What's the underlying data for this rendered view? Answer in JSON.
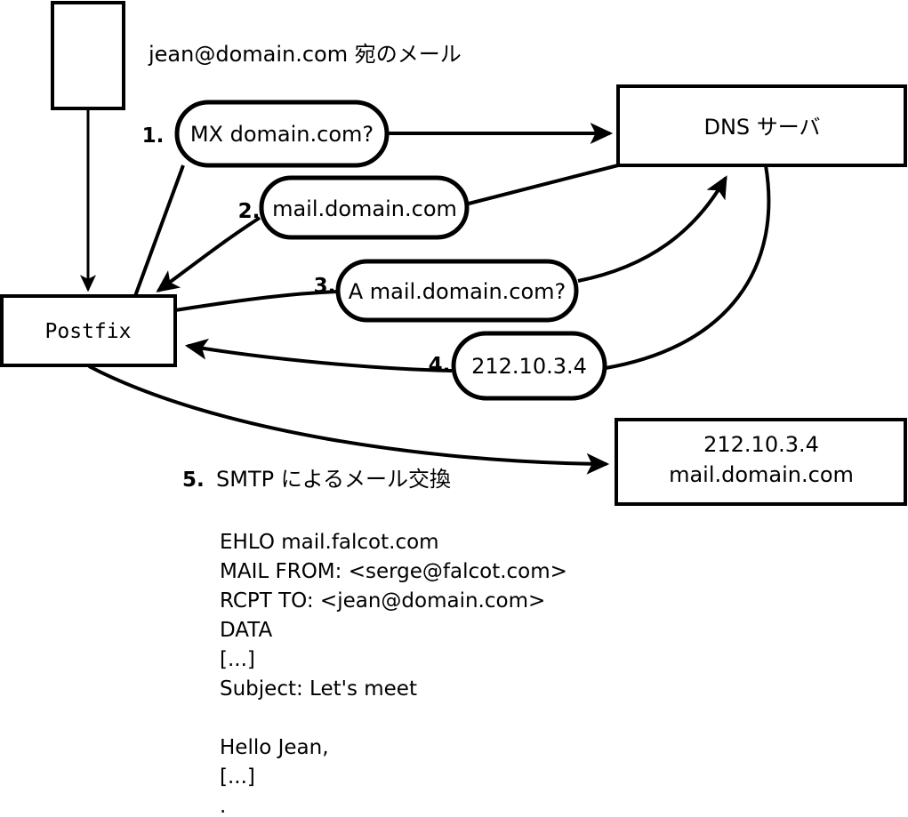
{
  "diagram": {
    "title_note": "jean@domain.com 宛のメール",
    "nodes": {
      "mail_client": {
        "label": ""
      },
      "postfix": {
        "label": "Postfix"
      },
      "dns_server": {
        "label": "DNS サーバ"
      },
      "mail_server": {
        "line1": "212.10.3.4",
        "line2": "mail.domain.com"
      }
    },
    "steps": [
      {
        "num": "1.",
        "label": "MX domain.com?"
      },
      {
        "num": "2.",
        "label": "mail.domain.com"
      },
      {
        "num": "3.",
        "label": "A mail.domain.com?"
      },
      {
        "num": "4.",
        "label": "212.10.3.4"
      },
      {
        "num": "5.",
        "label": "SMTP によるメール交換"
      }
    ],
    "smtp_transcript": [
      "EHLO mail.falcot.com",
      "MAIL FROM: <serge@falcot.com>",
      "RCPT TO: <jean@domain.com>",
      "DATA",
      "[...]",
      "Subject: Let's meet",
      "",
      "Hello Jean,",
      "[...]",
      "."
    ],
    "colors": {
      "stroke": "#000000",
      "fill": "#ffffff",
      "text": "#000000"
    }
  }
}
